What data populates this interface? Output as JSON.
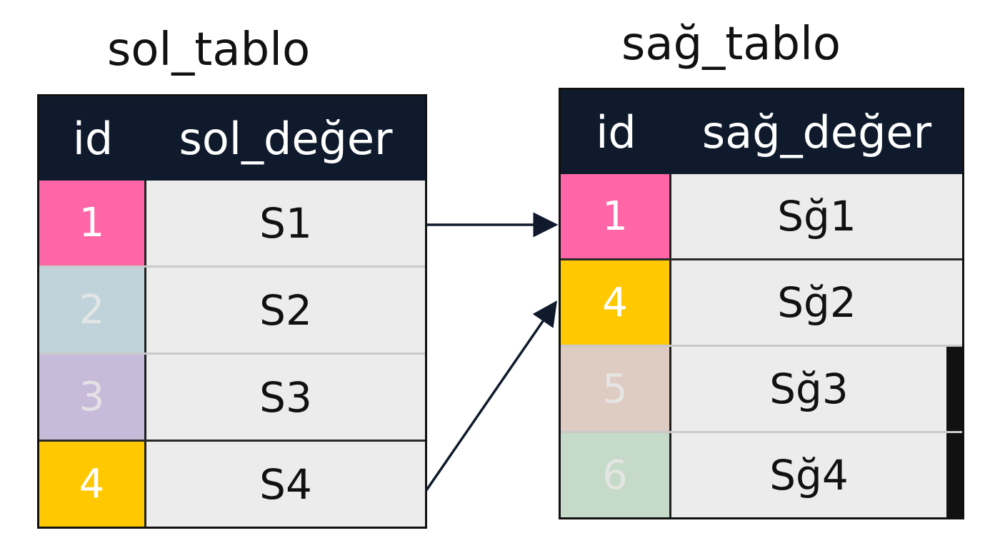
{
  "left_table": {
    "title": "sol_tablo",
    "headers": {
      "id": "id",
      "value": "sol_değer"
    },
    "rows": [
      {
        "id": "1",
        "value": "S1",
        "color": "#ff66a8",
        "matched": true
      },
      {
        "id": "2",
        "value": "S2",
        "color": "#d4e9f0",
        "matched": false
      },
      {
        "id": "3",
        "value": "S3",
        "color": "#dccdef",
        "matched": false
      },
      {
        "id": "4",
        "value": "S4",
        "color": "#ffc800",
        "matched": true
      }
    ]
  },
  "right_table": {
    "title": "sağ_tablo",
    "headers": {
      "id": "id",
      "value": "sağ_değer"
    },
    "rows": [
      {
        "id": "1",
        "value": "Sğ1",
        "color": "#ff66a8",
        "matched": true
      },
      {
        "id": "4",
        "value": "Sğ2",
        "color": "#ffc800",
        "matched": true
      },
      {
        "id": "5",
        "value": "Sğ3",
        "color": "#f5e0d6",
        "matched": false
      },
      {
        "id": "6",
        "value": "Sğ4",
        "color": "#d9f0dc",
        "matched": false
      }
    ]
  },
  "colors": {
    "header_bg": "#0f1b2d",
    "value_bg": "#ececec",
    "arrow": "#0f1b2d"
  }
}
